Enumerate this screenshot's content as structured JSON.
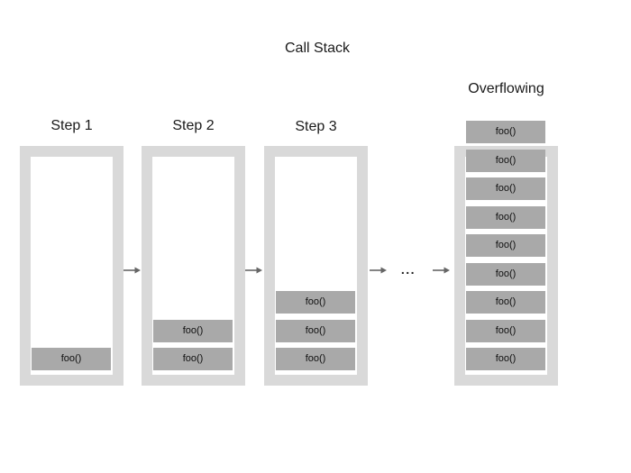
{
  "diagram": {
    "title": "Call Stack",
    "frame_label": "foo()",
    "ellipsis_label": "...",
    "columns": [
      {
        "label": "Step 1",
        "frames": 1,
        "overflowing": false
      },
      {
        "label": "Step 2",
        "frames": 2,
        "overflowing": false
      },
      {
        "label": "Step 3",
        "frames": 3,
        "overflowing": false
      },
      {
        "label": "Overflowing",
        "frames": 9,
        "overflowing": true
      }
    ],
    "colors": {
      "background": "#ffffff",
      "container": "#d9d9d9",
      "frame": "#a9a9a9",
      "arrow": "#666666",
      "text": "#1a1a1a"
    }
  }
}
